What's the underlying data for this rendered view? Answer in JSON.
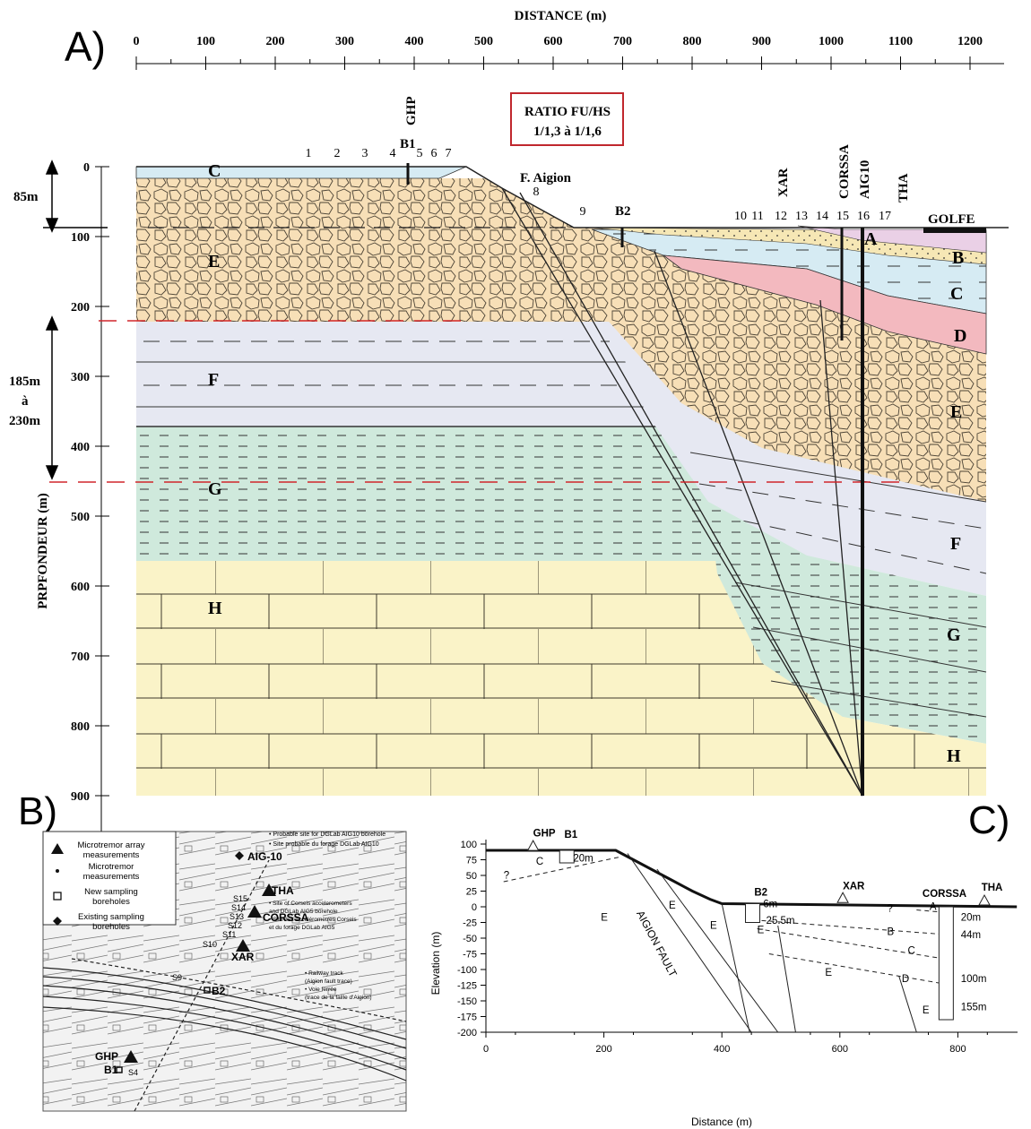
{
  "panelA": {
    "letter": "A)",
    "distance_title": "DISTANCE (m)",
    "distance_ticks": [
      "0",
      "100",
      "200",
      "300",
      "400",
      "500",
      "600",
      "700",
      "800",
      "900",
      "1000",
      "1100",
      "1200"
    ],
    "depth_title": "PRPFONDEUR (m)",
    "depth_ticks": [
      "0",
      "100",
      "200",
      "300",
      "400",
      "500",
      "600",
      "700",
      "800",
      "900"
    ],
    "dim_85": "85m",
    "dim_185": [
      "185m",
      "à",
      "230m"
    ],
    "ratio_line1": "RATIO FU/HS",
    "ratio_line2": "1/1,3 à 1/1,6",
    "station_labels": {
      "ghp": "GHP",
      "b1": "B1",
      "b2": "B2",
      "fault": "F. Aigion",
      "xar": "XAR",
      "corssa": "CORSSA",
      "aig10": "AIG10",
      "tha": "THA",
      "golfe": "GOLFE"
    },
    "point_numbers": [
      "1",
      "2",
      "3",
      "4",
      "5",
      "6",
      "7",
      "8",
      "9",
      "10",
      "11",
      "12",
      "13",
      "14",
      "15",
      "16",
      "17"
    ],
    "layers": {
      "A": "A",
      "B": "B",
      "C": "C",
      "D": "D",
      "E": "E",
      "F": "F",
      "G": "G",
      "H": "H"
    },
    "colors": {
      "C_layer": "#d6ebf3",
      "E_layer": "#f7dfb7",
      "F_layer": "#e6e8f2",
      "G_layer": "#cfe9dc",
      "H_layer": "#faf3c8",
      "D_layer": "#f3b9bf",
      "B_layer": "#f6e7b5",
      "A_layer": "#ead0e6",
      "red_dash": "#d0262b",
      "ratio_border": "#c0272d"
    }
  },
  "panelB": {
    "letter": "B)",
    "legend": [
      {
        "symbol": "triangle",
        "label": "Microtremor array\nmeasurements"
      },
      {
        "symbol": "dot",
        "label": "Microtremor\nmeasurements"
      },
      {
        "symbol": "square",
        "label": "New sampling\nboreholes"
      },
      {
        "symbol": "diamond",
        "label": "Existing sampling\nboreholes"
      }
    ],
    "annotations": {
      "aig10_note1": "• Probable site for DGLab AIG10 borehole",
      "aig10_note2": "• Site probable du forage DGLab AIG10",
      "aig10": "AIG-10",
      "tha": "THA",
      "corssa": "CORSSA",
      "xar": "XAR",
      "corseis_note": [
        "• Site of Corseis accelerometers",
        "and DGLab AIG5 borehole",
        "• Site des accéléromètres Corseis",
        "et du forage DGLab AIG5"
      ],
      "rail_note": [
        "• Railway track",
        "(Aigion fault trace)",
        "• Voie ferrée",
        "(trace de la faille d'Aigion)"
      ],
      "b2": "B2",
      "ghp": "GHP",
      "b1": "B1",
      "s_labels": [
        "S9",
        "S10",
        "S11",
        "S12",
        "S13",
        "S14",
        "S15",
        "S4"
      ]
    }
  },
  "panelC": {
    "letter": "C)",
    "ylabel": "Elevation (m)",
    "xlabel": "Distance (m)",
    "y_ticks": [
      "100",
      "75",
      "50",
      "25",
      "0",
      "-25",
      "-50",
      "-75",
      "-100",
      "-125",
      "-150",
      "-175",
      "-200"
    ],
    "x_ticks": [
      "0",
      "200",
      "400",
      "600",
      "800"
    ],
    "labels": {
      "ghp": "GHP",
      "b1": "B1",
      "b2": "B2",
      "xar": "XAR",
      "corssa": "CORSSA",
      "tha": "THA",
      "fault": "AIGION FAULT",
      "d20": "20m",
      "d6": "6m",
      "d255": "25.5m",
      "c20": "20m",
      "c44": "44m",
      "c100": "100m",
      "c155": "155m",
      "q1": "?",
      "q2": "?",
      "C": "C",
      "E": "E",
      "A": "A",
      "B": "B",
      "D": "D"
    }
  }
}
